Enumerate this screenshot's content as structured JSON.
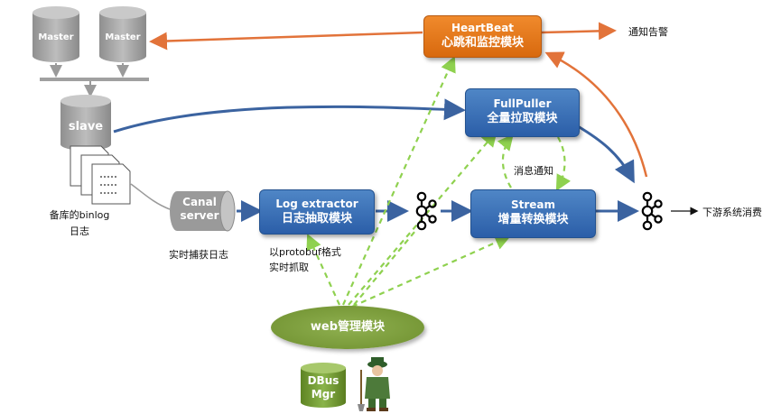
{
  "databases": {
    "master1": "Master",
    "master2": "Master",
    "slave": "slave",
    "dbus_line1": "DBus",
    "dbus_line2": "Mgr"
  },
  "binlog_label_line1": "备库的binlog",
  "binlog_label_line2": "日志",
  "canal": {
    "line1": "Canal",
    "line2": "server",
    "caption": "实时捕获日志"
  },
  "log_extractor": {
    "line1": "Log extractor",
    "line2": "日志抽取模块"
  },
  "protobuf_caption_line1": "以protobuf格式",
  "protobuf_caption_line2": "实时抓取",
  "heartbeat": {
    "line1": "HeartBeat",
    "line2": "心跳和监控模块"
  },
  "alert_text": "通知告警",
  "fullpuller": {
    "line1": "FullPuller",
    "line2": "全量拉取模块"
  },
  "message_notify": "消息通知",
  "stream": {
    "line1": "Stream",
    "line2": "增量转换模块"
  },
  "downstream_text": "下游系统消费",
  "web_module": "web管理模块",
  "colors": {
    "blue_box": "#3a6fb8",
    "orange_box": "#e57a1e",
    "arrow_blue": "#3b63a0",
    "arrow_orange": "#e2733a",
    "dashed_green": "#8fd14f",
    "db_gray": "#a6a6a6",
    "web_green": "#7a9a3a"
  },
  "icons": [
    "master-database-icon",
    "slave-database-icon",
    "binlog-document-icon",
    "canal-cylinder-icon",
    "kafka-icon",
    "dbus-mgr-database-icon",
    "administrator-figure-icon"
  ]
}
